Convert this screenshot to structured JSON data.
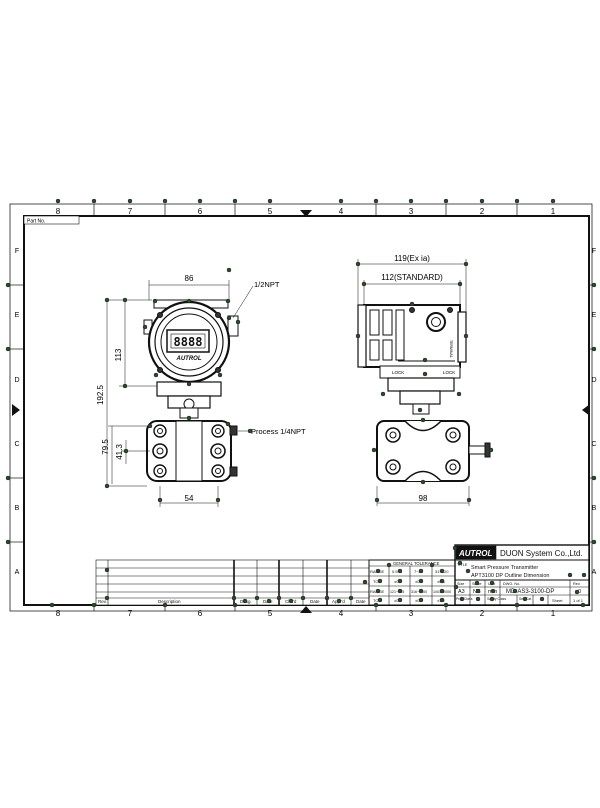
{
  "sheet": {
    "part_no_label": "Part No.",
    "columns_top": [
      "8",
      "7",
      "6",
      "5",
      "4",
      "3",
      "2",
      "1"
    ],
    "columns_bottom": [
      "8",
      "7",
      "6",
      "5",
      "4",
      "3",
      "2",
      "1"
    ],
    "rows_left": [
      "F",
      "E",
      "D",
      "C",
      "B",
      "A"
    ],
    "rows_right": [
      "F",
      "E",
      "D",
      "C",
      "B",
      "A"
    ]
  },
  "front_view": {
    "dim_width_top": "86",
    "dim_height_housing": "113",
    "dim_height_total": "192.5",
    "dim_height_flange": "79.5",
    "dim_height_center": "41.3",
    "dim_width_bottom": "54",
    "conduit_label": "1/2NPT",
    "process_label": "Process 1/4NPT",
    "display_digits": "8888",
    "nameplate_text": "AUTROL"
  },
  "side_view": {
    "dim_exia": "119(Ex ia)",
    "dim_standard": "112(STANDARD)",
    "dim_bottom": "98",
    "lock_left": "LOCK",
    "lock_right": "LOCK",
    "terminal_text": "TERMINAL"
  },
  "title_block": {
    "brand": "AUTROL",
    "company": "DUON System Co.,Ltd.",
    "title_label": "TITLE",
    "title_line1": "Smart Pressure Transmitter",
    "title_line2": "APT3100 DP Outline Dimension",
    "general_tolerance": "GENERAL TOLERANCE",
    "tol_row1": [
      "RANGE",
      "0.5~6",
      "7~30",
      "31~120"
    ],
    "tol_row2": [
      "TOL.",
      "±0.1",
      "±0.2",
      "±0.3"
    ],
    "tol_row3": [
      "RANGE",
      "121~315",
      "316~1000",
      "1001~2000"
    ],
    "tol_row4": [
      "TOL.",
      "±0.5",
      "±0.8",
      "±1.2"
    ],
    "size_label": "Size",
    "scale_label": "Scale",
    "unit_label": "Unit",
    "dwg_label": "DWG. No.",
    "rev_label": "Rev.",
    "size_value": "A3",
    "scale_value": "NS",
    "unit_value": "mm",
    "dwg_value": "MD-AS3-3100-DP",
    "rev_value": "0",
    "proj_label": "Proj. Class",
    "safety_label": "Safety Class",
    "sel_label": "Sel. Cat.",
    "sheet_label": "Sheet",
    "sheet_value": "1 of 1",
    "rev_col": "Rev.",
    "description_col": "Description",
    "desg_col": "Desg.",
    "date_col1": "Date",
    "chkd_col": "Chk'd",
    "date_col2": "Date",
    "apprd_col": "Appr'd",
    "date_col3": "Date"
  }
}
